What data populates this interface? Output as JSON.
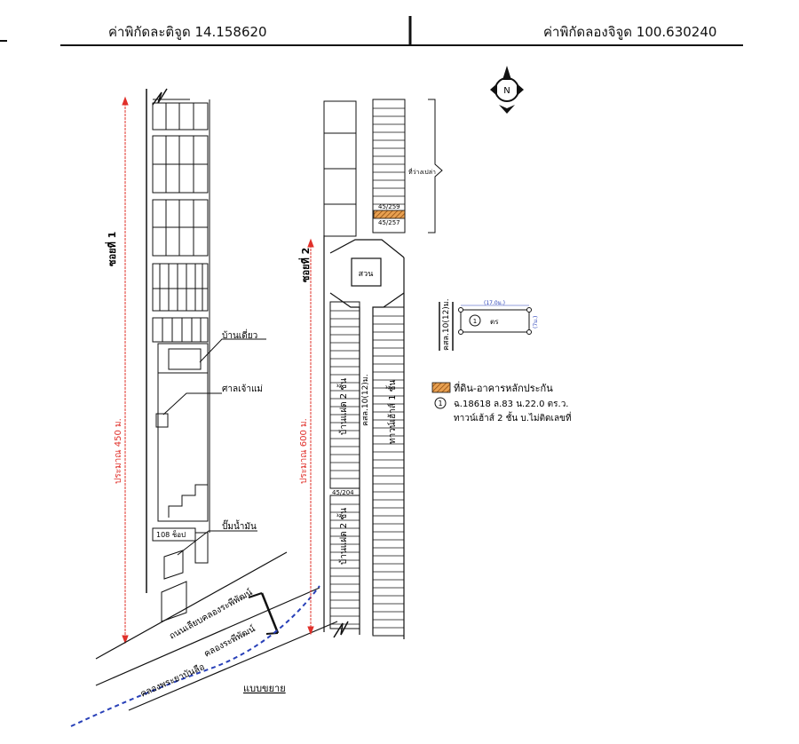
{
  "header": {
    "latitude": "ค่าพิกัดละติจูด 14.158620",
    "longitude": "ค่าพิกัดลองจิจูด 100.630240"
  },
  "map": {
    "road1_label": "ซอยที่ 1",
    "road2_label": "ซอยที่ 2",
    "distance1": "ประมาณ 450 ม.",
    "distance2": "ประมาณ 600 ม.",
    "house_label": "บ้านเดี่ยว",
    "shrine_label": "ศาลเจ้าแม่",
    "gas_label": "ปั๊มน้ำมัน",
    "shop_label": "108 ช็อป",
    "canal_road": "ถนนเลียบคลองระพีพัฒน์",
    "canal": "คลองระพีพัฒน์",
    "canal_sub": "คลองพระยาบันลือ",
    "shophouse1": "บ้านแฝด 2 ชั้น",
    "shophouse2": "บ้านแฝด 2 ชั้น",
    "road_width": "คสล.10(12)ม.",
    "townhouse_label": "ทาวน์เฮ้าส์ 1 ชั้น",
    "garden_label": "สวน",
    "empty_land": "ที่ว่างเปล่า",
    "plot_a": "45/259",
    "plot_b": "45/257",
    "plot_c": "45/204",
    "compass": "N",
    "expand_label": "แบบขยาย"
  },
  "detail": {
    "road_label": "คสล.10(12)ม.",
    "top_dim": "(17.0ม.)",
    "side_dim": "(7ม.)",
    "circle_num": "1",
    "plot_text": "ตร"
  },
  "legend": {
    "item1": "ที่ดิน-อาคารหลักประกัน",
    "item2_num": "1",
    "item2_line1": "ฉ.18618 ล.83 น.22.0 ตร.ว.",
    "item2_line2": "ทาวน์เฮ้าส์ 2 ชั้น บ.ไม่ติดเลขที่"
  },
  "colors": {
    "hatch": "#c97420",
    "dimension_red": "#e0302a",
    "canal_blue": "#2840b8",
    "ink": "#111111"
  }
}
